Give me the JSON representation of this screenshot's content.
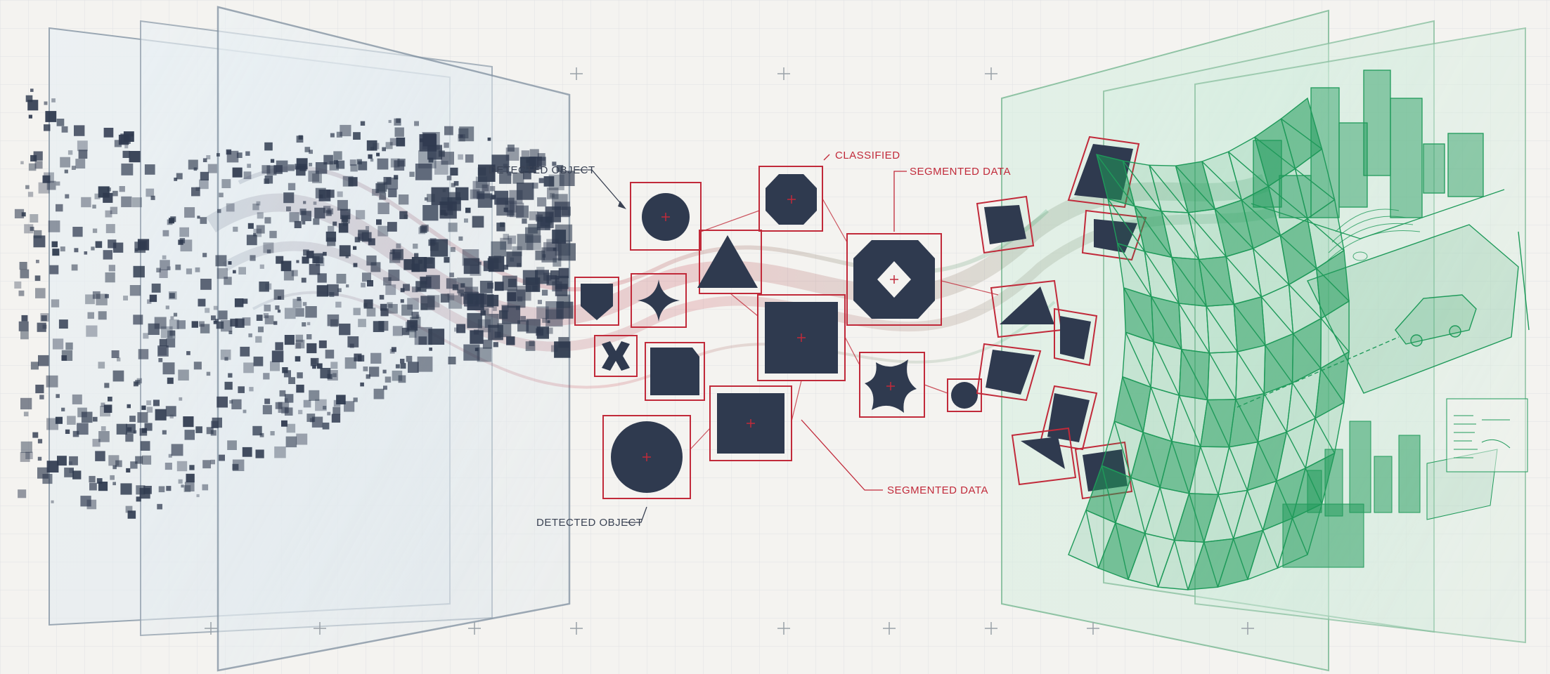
{
  "labels": {
    "detected_object_top": "DETECTED OBJECT",
    "detected_object_bottom": "DETECTED OBJECT",
    "classified": "CLASSIFIED",
    "segmented_data_top": "SEGMENTED DATA",
    "segmented_data_bottom": "SEGMENTED DATA"
  },
  "colors": {
    "background": "#f4f3f0",
    "raw_data": "#2f3a4f",
    "classification": "#c12a3a",
    "reconstruction": "#1f9a5a",
    "glass": "#dde8ee"
  },
  "stages": [
    "raw-pixel-data",
    "object-detection-and-classification",
    "3d-reconstruction"
  ]
}
